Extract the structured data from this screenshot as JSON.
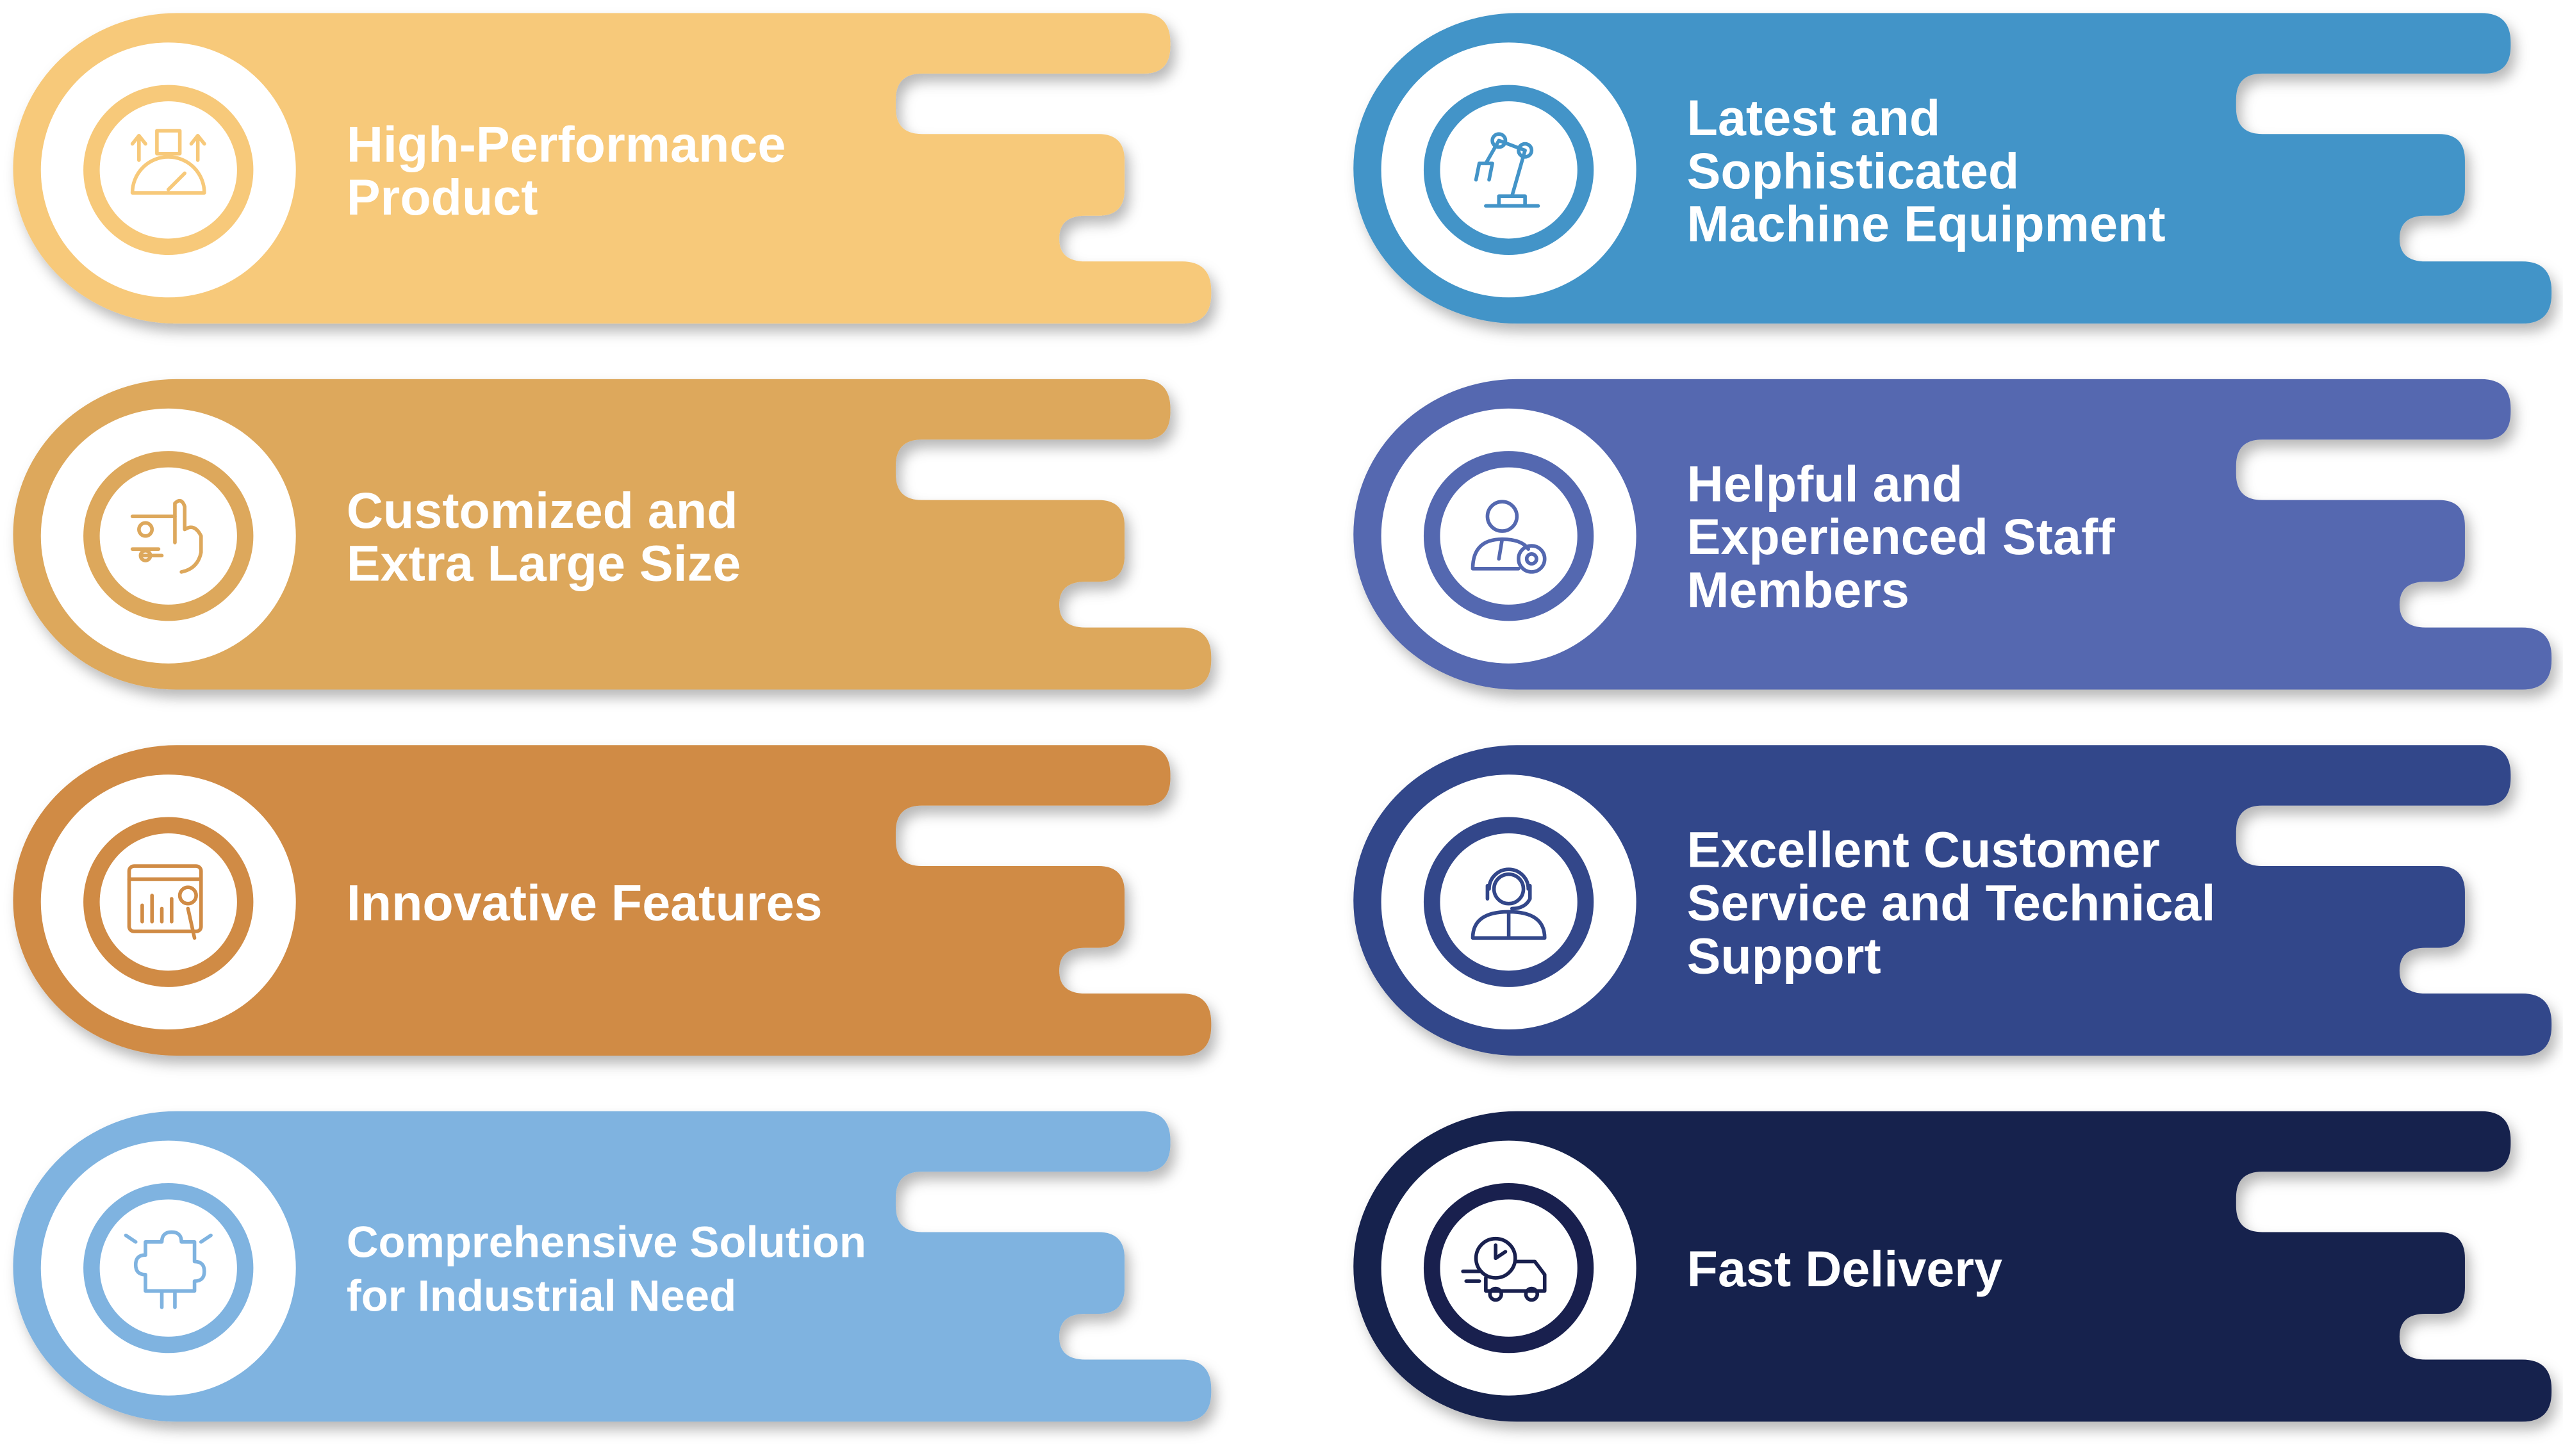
{
  "cards": [
    {
      "id": "high-performance-product",
      "lines": [
        "High-Performance",
        "Product"
      ],
      "color": "#F7C97A",
      "icon": "speedometer-box-icon"
    },
    {
      "id": "customized-extra-large-size",
      "lines": [
        "Customized and",
        "Extra Large Size"
      ],
      "color": "#DDA85C",
      "icon": "hand-slider-icon"
    },
    {
      "id": "innovative-features",
      "lines": [
        "Innovative Features"
      ],
      "color": "#D08B45",
      "icon": "dashboard-idea-icon"
    },
    {
      "id": "comprehensive-solution",
      "lines": [
        "Comprehensive Solution",
        "for Industrial Need"
      ],
      "color": "#7FB3E0",
      "icon": "puzzle-hand-icon"
    },
    {
      "id": "latest-machine-equipment",
      "lines": [
        "Latest and",
        "Sophisticated",
        "Machine Equipment"
      ],
      "color": "#4394C8",
      "icon": "robot-arm-icon"
    },
    {
      "id": "helpful-experienced-staff",
      "lines": [
        "Helpful and",
        "Experienced Staff",
        "Members"
      ],
      "color": "#5468B0",
      "icon": "staff-gear-icon"
    },
    {
      "id": "customer-technical-support",
      "lines": [
        "Excellent Customer",
        "Service and Technical",
        "Support"
      ],
      "color": "#33478A",
      "icon": "headset-agent-icon"
    },
    {
      "id": "fast-delivery",
      "lines": [
        "Fast Delivery"
      ],
      "color": "#19204E",
      "icon": "truck-clock-icon"
    }
  ]
}
